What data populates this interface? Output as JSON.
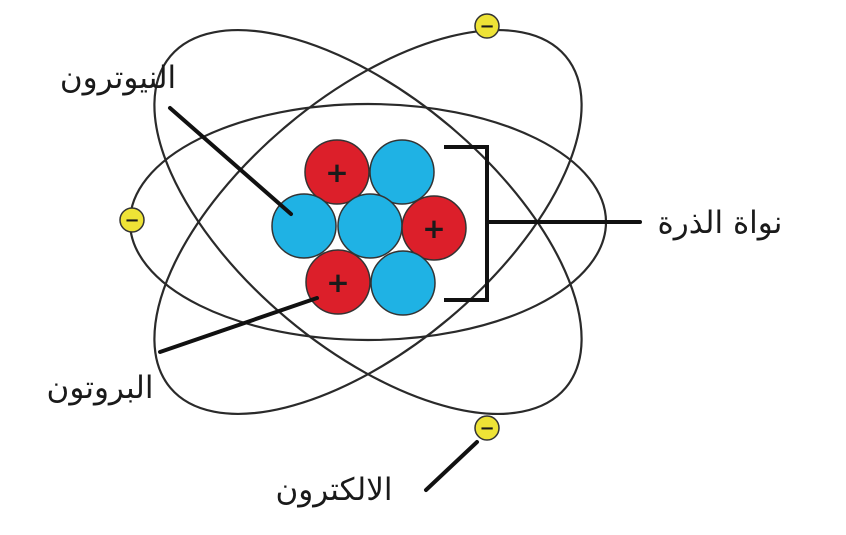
{
  "labels": {
    "neutron": "النيوترون",
    "nucleus": "نواة الذرة",
    "proton": "البروتون",
    "electron": "الالكترون"
  },
  "signs": {
    "proton": "+",
    "electron": "−"
  },
  "colors": {
    "proton": "#dc1f2a",
    "neutron": "#1fb2e4",
    "electron": "#eee336",
    "particle_stroke": "#333333",
    "orbit": "#2a2a2a",
    "text": "#1a1a1a"
  }
}
